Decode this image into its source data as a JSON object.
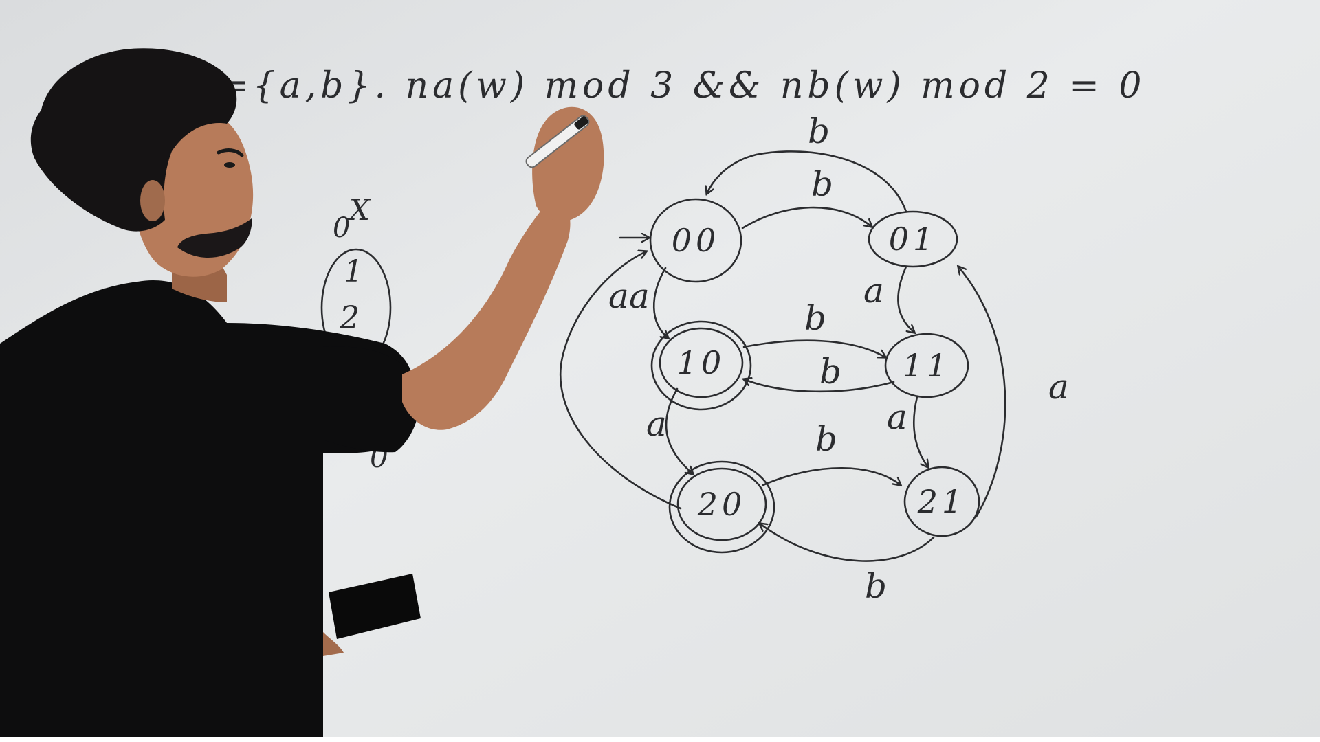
{
  "colors": {
    "board": "#e6e8e9",
    "ink": "#2b2c2f",
    "shirt": "#0d0d0e",
    "skin": "#b77b5a",
    "hair": "#151314",
    "marker_cap": "#f1f1f1"
  },
  "whiteboard": {
    "header_expression": "={a,b}. na(w) mod 3 && nb(w) mod 2 = 0",
    "side_list": {
      "rejected_state": "0",
      "cross_mark": "X",
      "items": [
        "1",
        "2"
      ],
      "hidden_fragment": "0"
    },
    "dfa": {
      "states": [
        {
          "id": "00",
          "label": "00",
          "start": true,
          "final": false
        },
        {
          "id": "01",
          "label": "01",
          "start": false,
          "final": false
        },
        {
          "id": "10",
          "label": "10",
          "start": false,
          "final": true
        },
        {
          "id": "11",
          "label": "11",
          "start": false,
          "final": false
        },
        {
          "id": "20",
          "label": "20",
          "start": false,
          "final": true
        },
        {
          "id": "21",
          "label": "21",
          "start": false,
          "final": false
        }
      ],
      "transitions": [
        {
          "from": "00",
          "to": "01",
          "symbol": "b"
        },
        {
          "from": "01",
          "to": "00",
          "symbol": "b"
        },
        {
          "from": "00",
          "to": "10",
          "symbol": "a"
        },
        {
          "from": "01",
          "to": "11",
          "symbol": "a"
        },
        {
          "from": "10",
          "to": "11",
          "symbol": "b"
        },
        {
          "from": "11",
          "to": "10",
          "symbol": "b"
        },
        {
          "from": "10",
          "to": "20",
          "symbol": "a"
        },
        {
          "from": "11",
          "to": "21",
          "symbol": "a"
        },
        {
          "from": "20",
          "to": "21",
          "symbol": "b"
        },
        {
          "from": "21",
          "to": "20",
          "symbol": "b"
        },
        {
          "from": "20",
          "to": "00",
          "symbol": "a"
        },
        {
          "from": "21",
          "to": "01",
          "symbol": "a"
        }
      ]
    }
  },
  "presenter": {
    "description_icon": "person-writing-icon",
    "holding": "marker-icon"
  }
}
